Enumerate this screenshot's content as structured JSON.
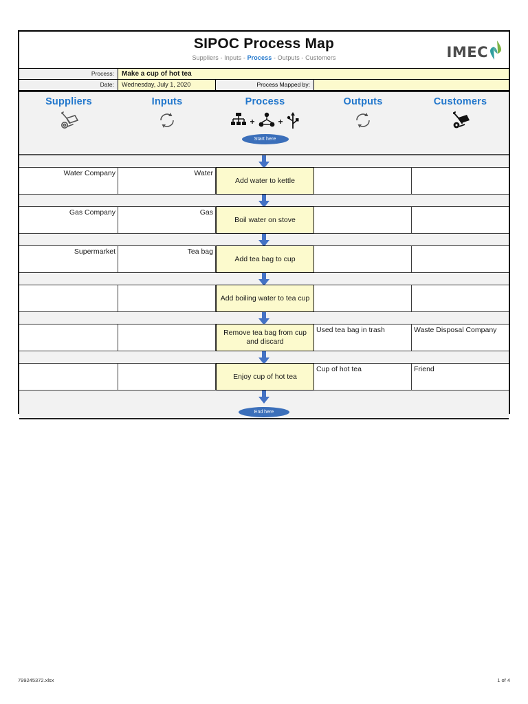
{
  "header": {
    "title": "SIPOC Process Map",
    "subtitle_parts": [
      "Suppliers",
      " - ",
      "Inputs",
      " - ",
      "Process",
      " - ",
      "Outputs",
      " - ",
      "Customers"
    ],
    "subtitle_pre": "Suppliers - Inputs - ",
    "subtitle_hl": "Process",
    "subtitle_post": " - Outputs - Customers",
    "logo_text": "IMEC",
    "logo_icon": "leaf-diamond-icon"
  },
  "meta": {
    "process_label": "Process:",
    "process_value": "Make a cup of hot tea",
    "date_label": "Date:",
    "date_value": "Wednesday, July 1, 2020",
    "mapped_by_label": "Process Mapped by:",
    "mapped_by_value": ""
  },
  "columns": [
    {
      "title": "Suppliers",
      "icon": "hand-truck-outline-icon"
    },
    {
      "title": "Inputs",
      "icon": "cycle-arrows-icon"
    },
    {
      "title": "Process",
      "icon": "org-chart-people-usb-icon"
    },
    {
      "title": "Outputs",
      "icon": "cycle-arrows-icon"
    },
    {
      "title": "Customers",
      "icon": "hand-truck-filled-icon"
    }
  ],
  "flow": {
    "start_badge": "Start here",
    "end_badge": "End here",
    "arrow_icon": "down-arrow-icon"
  },
  "rows": [
    {
      "supplier": "Water Company",
      "input": "Water",
      "process": "Add water to kettle",
      "output": "",
      "customer": ""
    },
    {
      "supplier": "Gas Company",
      "input": "Gas",
      "process": "Boil water on stove",
      "output": "",
      "customer": ""
    },
    {
      "supplier": "Supermarket",
      "input": "Tea bag",
      "process": "Add tea bag to cup",
      "output": "",
      "customer": ""
    },
    {
      "supplier": "",
      "input": "",
      "process": "Add boiling water to tea cup",
      "output": "",
      "customer": ""
    },
    {
      "supplier": "",
      "input": "",
      "process": "Remove tea bag from cup and discard",
      "output": "Used tea bag in trash",
      "customer": "Waste Disposal Company"
    },
    {
      "supplier": "",
      "input": "",
      "process": "Enjoy cup of hot tea",
      "output": "Cup of hot tea",
      "customer": "Friend"
    }
  ],
  "footer": {
    "filename": "799245372.xlsx",
    "page": "1 of 4"
  },
  "colors": {
    "accent_blue": "#2277cc",
    "badge_blue": "#3b6fba",
    "process_yellow": "#fcfacd",
    "spacer_gray": "#f2f2f2"
  }
}
